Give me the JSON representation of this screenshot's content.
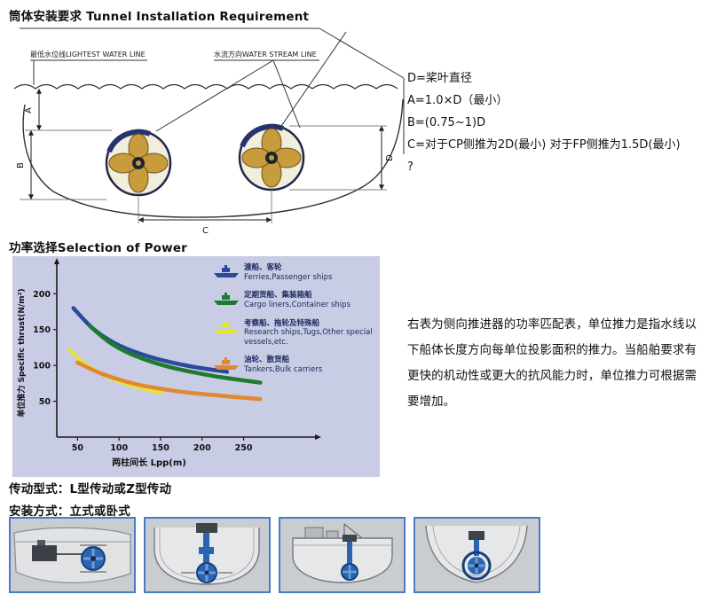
{
  "headings": {
    "tunnel": "筒体安装要求 Tunnel Installation Requirement",
    "power": "功率选择Selection of Power",
    "drive": "传动型式：L型传动或Z型传动",
    "mount": "安装方式：立式或卧式"
  },
  "diagram": {
    "waterline_label": "最低水位线LIGHTEST WATER LINE",
    "stream_label": "水流方向WATER STREAM LINE",
    "dim_a": "A",
    "dim_b": "B",
    "dim_c": "C",
    "dim_d": "D"
  },
  "spec": {
    "lines": [
      "D=桨叶直径",
      "A=1.0×D（最小）",
      "B=(0.75~1)D",
      "C=对于CP侧推为2D(最小) 对于FP侧推为1.5D(最小)",
      "?"
    ]
  },
  "chart_data": {
    "type": "line",
    "title": "",
    "xlabel": "两柱间长 Lpp(m)",
    "ylabel": "单位推力 Specific thrust(N/m²)",
    "xticks": [
      50,
      100,
      150,
      200,
      250
    ],
    "yticks": [
      50,
      100,
      150,
      200
    ],
    "xlim": [
      25,
      290
    ],
    "ylim": [
      0,
      235
    ],
    "grid": false,
    "legend_position": "top-right",
    "series": [
      {
        "name_cn": "渡船、客轮",
        "name_en": "Ferries,Passenger ships",
        "color": "#2b4a9b",
        "x": [
          45,
          70,
          100,
          140,
          185,
          230
        ],
        "y": [
          180,
          150,
          128,
          111,
          99,
          91
        ]
      },
      {
        "name_cn": "定期货船、集装箱船",
        "name_en": "Cargo liners,Container ships",
        "color": "#1e7a2e",
        "x": [
          65,
          90,
          120,
          160,
          215,
          270
        ],
        "y": [
          155,
          131,
          113,
          98,
          85,
          76
        ]
      },
      {
        "name_cn": "考察船、拖轮及特殊船",
        "name_en": "Research ships,Tugs,Other special vessels,etc.",
        "color": "#e4e43c",
        "x": [
          40,
          60,
          85,
          115,
          150
        ],
        "y": [
          122,
          101,
          85,
          72,
          62
        ]
      },
      {
        "name_cn": "油轮、散货船",
        "name_en": "Tankers,Bulk carriers",
        "color": "#e2882e",
        "x": [
          50,
          80,
          120,
          170,
          220,
          270
        ],
        "y": [
          104,
          88,
          74,
          64,
          58,
          53
        ]
      }
    ]
  },
  "power_note": {
    "text": "右表为侧向推进器的功率匹配表，单位推力是指水线以下船体长度方向每单位投影面积的推力。当船舶要求有更快的机动性或更大的抗风能力时，单位推力可根据需要增加。"
  }
}
